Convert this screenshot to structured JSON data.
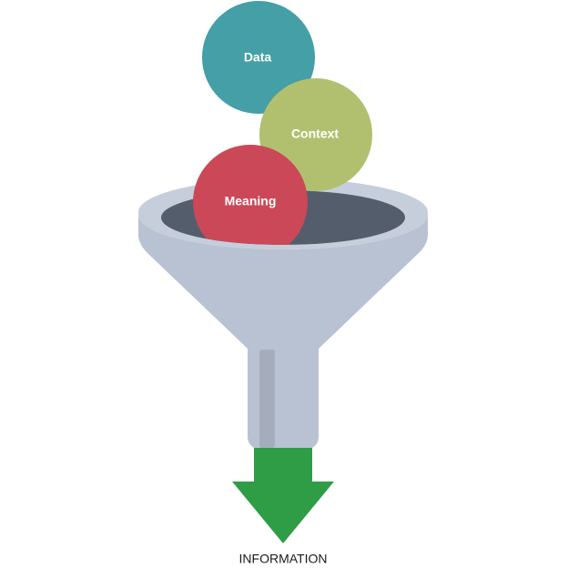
{
  "diagram": {
    "inputs": [
      {
        "label": "Data",
        "color": "#449fa6"
      },
      {
        "label": "Context",
        "color": "#b1c06f"
      },
      {
        "label": "Meaning",
        "color": "#cb4858"
      }
    ],
    "output": {
      "label": "INFORMATION",
      "arrow_color": "#2e9d46"
    },
    "funnel": {
      "body_color": "#b9c2d3",
      "rim_color": "#c6cedc",
      "opening_color": "#545d6c",
      "shadow_color": "#a5adbc"
    }
  }
}
